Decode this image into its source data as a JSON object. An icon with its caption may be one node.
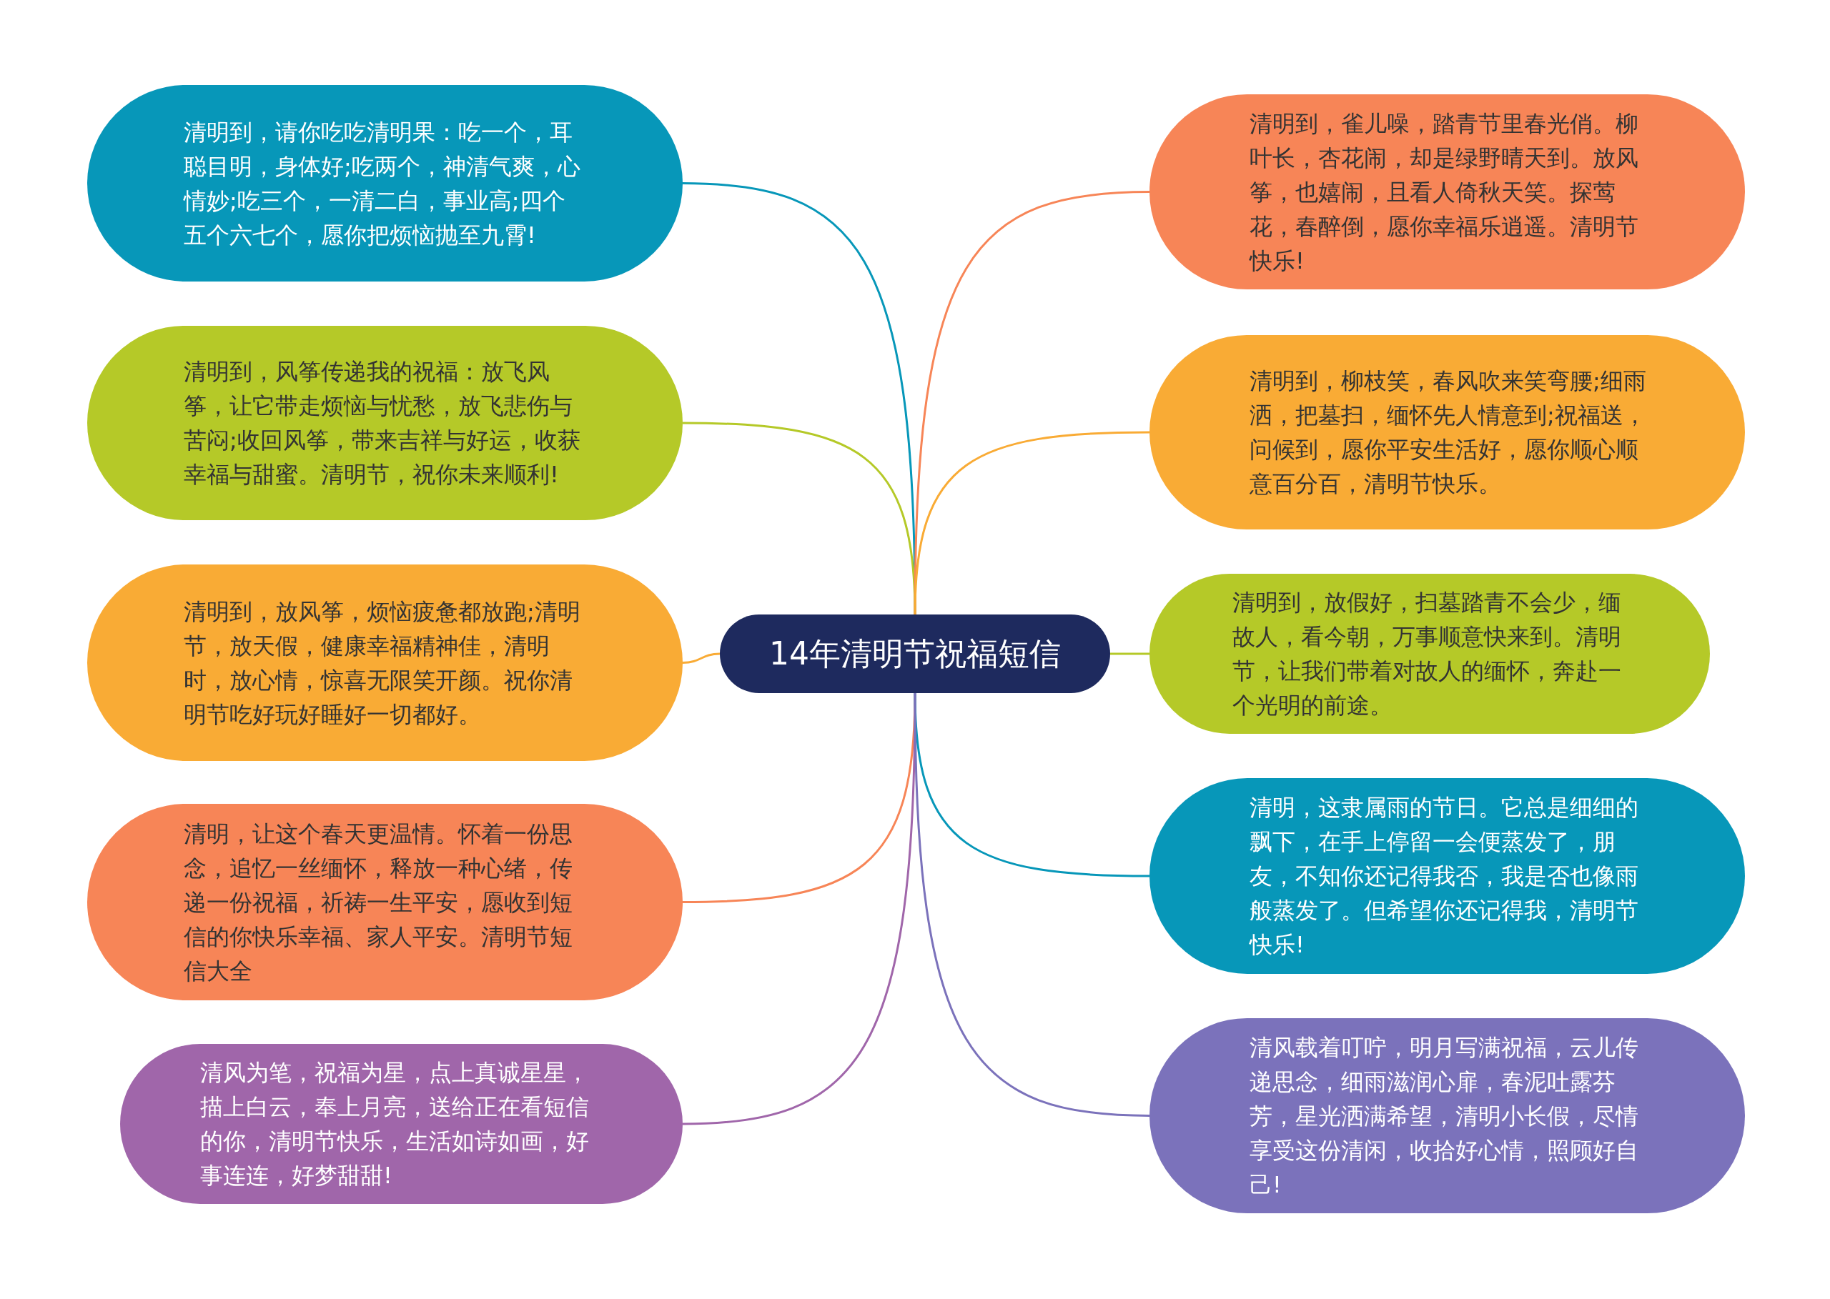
{
  "diagram": {
    "nodes": [
      {
        "text": [
          "14年清明节祝福短信"
        ]
      },
      {
        "text": [
          "清明到，请你吃吃清明果：吃一个，耳聪目明，身体好;吃两个，神清气爽，心情妙;吃三个，一清二白，事业高;四个五个六七个，愿你把烦恼抛至九霄!"
        ]
      },
      {
        "text": [
          "清明到，风筝传递我的祝福：放飞风筝，让它带走烦恼与忧愁，放飞悲伤与苦闷;收回风筝，带来吉祥与好运，收获幸福与甜蜜。清明节，祝你未来顺利!"
        ]
      },
      {
        "text": [
          "清明到，放风筝，烦恼疲惫都放跑;清明节，放天假，健康幸福精神佳，清明时，放心情，惊喜无限笑开颜。祝你清明节吃好玩好睡好一切都好。"
        ]
      },
      {
        "text": [
          "清明，让这个春天更温情。怀着一份思念，追忆一丝缅怀，释放一种心绪，传递一份祝福，祈祷一生平安，愿收到短信的你快乐幸福、家人平安。清明节短信大全"
        ]
      },
      {
        "text": [
          "清风为笔，祝福为星，点上真诚星星，描上白云，奉上月亮，送给正在看短信的你，清明节快乐，生活如诗如画，好事连连，好梦甜甜!"
        ]
      },
      {
        "text": [
          "清明到，雀儿噪，踏青节里春光俏。柳叶长，杏花闹，却是绿野晴天到。放风筝，也嬉闹，且看人倚秋天笑。探莺花，春醉倒，愿你幸福乐逍遥。清明节快乐!"
        ]
      },
      {
        "text": [
          "清明到，柳枝笑，春风吹来笑弯腰;细雨洒，把墓扫，缅怀先人情意到;祝福送，问候到，愿你平安生活好，愿你顺心顺意百分百，清明节快乐。"
        ]
      },
      {
        "text": [
          "清明到，放假好，扫墓踏青不会少，缅故人，看今朝，万事顺意快来到。清明节，让我们带着对故人的缅怀，奔赴一个光明的前途。"
        ]
      },
      {
        "text": [
          "清明，这隶属雨的节日。它总是细细的飘下，在手上停留一会便蒸发了，朋友，不知你还记得我否，我是否也像雨般蒸发了。但希望你还记得我，清明节快乐!"
        ]
      },
      {
        "text": [
          "清风载着叮咛，明月写满祝福，云儿传递思念，细雨滋润心扉，春泥吐露芬芳，星光洒满希望，清明小长假，尽情享受这份清闲，收拾好心情，照顾好自己!"
        ]
      }
    ],
    "edges": [
      {
        "from": 0,
        "to": 1,
        "arrow": "none",
        "color": "#0797b9"
      },
      {
        "from": 0,
        "to": 2,
        "arrow": "none",
        "color": "#b5c928"
      },
      {
        "from": 0,
        "to": 3,
        "arrow": "none",
        "color": "#f9ab35"
      },
      {
        "from": 0,
        "to": 4,
        "arrow": "none",
        "color": "#f78557"
      },
      {
        "from": 0,
        "to": 5,
        "arrow": "none",
        "color": "#a066aa"
      },
      {
        "from": 0,
        "to": 6,
        "arrow": "none",
        "color": "#f78557"
      },
      {
        "from": 0,
        "to": 7,
        "arrow": "none",
        "color": "#f9ab35"
      },
      {
        "from": 0,
        "to": 8,
        "arrow": "none",
        "color": "#b5c928"
      },
      {
        "from": 0,
        "to": 9,
        "arrow": "none",
        "color": "#0797b9"
      },
      {
        "from": 0,
        "to": 10,
        "arrow": "none",
        "color": "#7b72bb"
      }
    ]
  }
}
